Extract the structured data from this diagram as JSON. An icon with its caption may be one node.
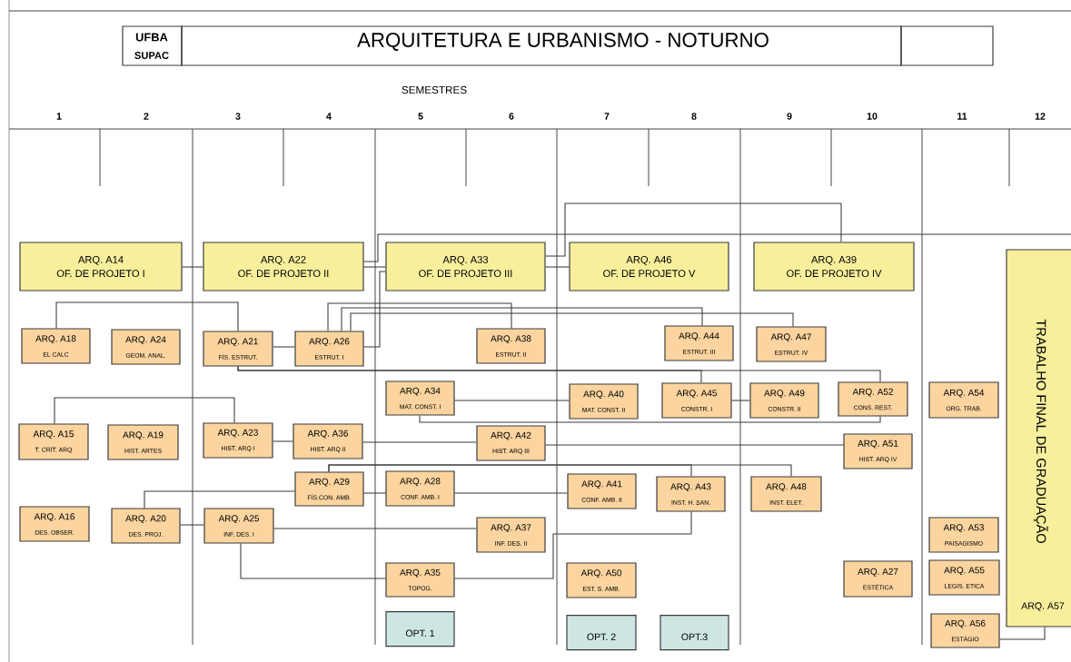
{
  "diagram": {
    "title": "ARQUITETURA E URBANISMO - NOTURNO",
    "nodes": [
      {
        "text": [
          "ARQ. A14",
          "OF. DE PROJETO I"
        ]
      },
      {
        "text": [
          "ARQ. A22",
          "OF. DE PROJETO II"
        ]
      },
      {
        "text": [
          "ARQ. A33",
          "OF. DE PROJETO III"
        ]
      },
      {
        "text": [
          "ARQ. A46",
          "OF. DE PROJETO V"
        ]
      },
      {
        "text": [
          "ARQ. A39",
          "OF. DE PROJETO IV"
        ]
      },
      {
        "text": [
          "TRABALHO FINAL DE GRADUAÇÃO",
          "ARQ. A57"
        ]
      },
      {
        "text": [
          "ARQ. A18",
          "EL CALC"
        ]
      },
      {
        "text": [
          "ARQ. A24",
          "GEOM. ANAL."
        ]
      },
      {
        "text": [
          "ARQ. A21",
          "FÍS. ESTRUT."
        ]
      },
      {
        "text": [
          "ARQ. A26",
          "ESTRUT. I"
        ]
      },
      {
        "text": [
          "ARQ. A38",
          "ESTRUT. II"
        ]
      },
      {
        "text": [
          "ARQ. A44",
          "ESTRUT. III"
        ]
      },
      {
        "text": [
          "ARQ. A47",
          "ESTRUT. IV"
        ]
      },
      {
        "text": [
          "ARQ. A34",
          "MAT. CONST. I"
        ]
      },
      {
        "text": [
          "ARQ. A40",
          "MAT. CONST. II"
        ]
      },
      {
        "text": [
          "ARQ. A45",
          "CONSTR. I"
        ]
      },
      {
        "text": [
          "ARQ. A49",
          "CONSTR. II"
        ]
      },
      {
        "text": [
          "ARQ. A52",
          "CONS. REST."
        ]
      },
      {
        "text": [
          "ARQ. A54",
          "ORG. TRAB."
        ]
      },
      {
        "text": [
          "ARQ. A15",
          "T. CRÍT. ARQ"
        ]
      },
      {
        "text": [
          "ARQ. A19",
          "HIST. ARTES"
        ]
      },
      {
        "text": [
          "ARQ. A23",
          "HIST. ARQ I"
        ]
      },
      {
        "text": [
          "ARQ. A36",
          "HIST. ARQ II"
        ]
      },
      {
        "text": [
          "ARQ. A42",
          "HIST. ARQ III"
        ]
      },
      {
        "text": [
          "ARQ. A51",
          "HIST. ARQ IV"
        ]
      },
      {
        "text": [
          "ARQ. A29",
          "FÍS.CON. AMB."
        ]
      },
      {
        "text": [
          "ARQ. A28",
          "CONF. AMB. I"
        ]
      },
      {
        "text": [
          "ARQ. A41",
          "CONF. AMB. II"
        ]
      },
      {
        "text": [
          "ARQ. A43",
          "INST. H. SAN."
        ]
      },
      {
        "text": [
          "ARQ. A48",
          "INST. ELET."
        ]
      },
      {
        "text": [
          "ARQ. A16",
          "DES. OBSER."
        ]
      },
      {
        "text": [
          "ARQ. A20",
          "DES. PROJ."
        ]
      },
      {
        "text": [
          "ARQ. A25",
          "INF. DES. I"
        ]
      },
      {
        "text": [
          "ARQ. A37",
          "INF. DES. II"
        ]
      },
      {
        "text": [
          "ARQ. A53",
          "PAISAGISMO"
        ]
      },
      {
        "text": [
          "ARQ. A35",
          "TOPOG."
        ]
      },
      {
        "text": [
          "ARQ. A50",
          "EST. S. AMB."
        ]
      },
      {
        "text": [
          "ARQ. A27",
          "ESTÉTICA"
        ]
      },
      {
        "text": [
          "ARQ. A55",
          "LEGIS. ETICA"
        ]
      },
      {
        "text": [
          "OPT. 1"
        ]
      },
      {
        "text": [
          "OPT. 2"
        ]
      },
      {
        "text": [
          "OPT.3"
        ]
      },
      {
        "text": [
          "ARQ. A56",
          "ESTÁGIO"
        ]
      }
    ],
    "edges": [
      {
        "from": 0,
        "to": 1,
        "arrow": "none"
      },
      {
        "from": 1,
        "to": null,
        "arrow": "none"
      },
      {
        "from": 1,
        "to": 2,
        "arrow": "none"
      },
      {
        "from": 9,
        "to": 2,
        "arrow": "none"
      },
      {
        "from": 2,
        "to": 4,
        "arrow": "none"
      },
      {
        "from": 2,
        "to": 3,
        "arrow": "none"
      },
      {
        "from": 6,
        "to": 8,
        "arrow": "none"
      },
      {
        "from": 8,
        "to": 9,
        "arrow": "none"
      },
      {
        "from": 8,
        "to": 15,
        "arrow": "none"
      },
      {
        "from": 8,
        "to": 17,
        "arrow": "none"
      },
      {
        "from": 9,
        "to": 10,
        "arrow": "none"
      },
      {
        "from": 9,
        "to": 11,
        "arrow": "none"
      },
      {
        "from": 9,
        "to": 12,
        "arrow": "none"
      },
      {
        "from": 13,
        "to": 14,
        "arrow": "none"
      },
      {
        "from": 13,
        "to": 17,
        "arrow": "none"
      },
      {
        "from": 15,
        "to": 16,
        "arrow": "none"
      },
      {
        "from": 19,
        "to": 21,
        "arrow": "none"
      },
      {
        "from": 21,
        "to": 22,
        "arrow": "none"
      },
      {
        "from": 22,
        "to": 23,
        "arrow": "none"
      },
      {
        "from": 23,
        "to": 24,
        "arrow": "none"
      },
      {
        "from": 25,
        "to": 28,
        "arrow": "none"
      },
      {
        "from": 25,
        "to": 29,
        "arrow": "none"
      },
      {
        "from": 31,
        "to": 25,
        "arrow": "none"
      },
      {
        "from": 25,
        "to": 26,
        "arrow": "none"
      },
      {
        "from": 26,
        "to": 27,
        "arrow": "none"
      },
      {
        "from": 31,
        "to": 32,
        "arrow": "none"
      },
      {
        "from": 32,
        "to": 33,
        "arrow": "none"
      },
      {
        "from": 32,
        "to": 35,
        "arrow": "none"
      },
      {
        "from": 35,
        "to": 28,
        "arrow": "none"
      },
      {
        "from": 42,
        "to": 5,
        "arrow": "none"
      }
    ],
    "labels": [
      "UFBA",
      "SUPAC",
      "SEMESTRES",
      "1",
      "2",
      "3",
      "4",
      "5",
      "6",
      "7",
      "8",
      "9",
      "10",
      "11",
      "12"
    ]
  }
}
